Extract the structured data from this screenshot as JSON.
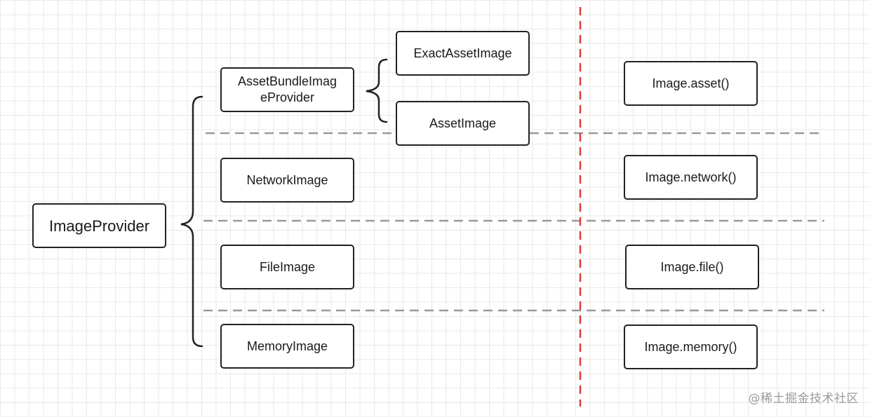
{
  "diagram": {
    "root": {
      "label": "ImageProvider"
    },
    "providers": [
      {
        "label": "AssetBundleImag\neProvider"
      },
      {
        "label": "NetworkImage"
      },
      {
        "label": "FileImage"
      },
      {
        "label": "MemoryImage"
      }
    ],
    "asset_subclasses": [
      {
        "label": "ExactAssetImage"
      },
      {
        "label": "AssetImage"
      }
    ],
    "constructors": [
      {
        "label": "Image.asset()"
      },
      {
        "label": "Image.network()"
      },
      {
        "label": "Image.file()"
      },
      {
        "label": "Image.memory()"
      }
    ],
    "colors": {
      "box_border": "#222222",
      "brace": "#222222",
      "row_separator": "#999999",
      "vertical_divider": "#e03c3c",
      "grid": "#e9e9e9"
    }
  },
  "watermark": "@稀土掘金技术社区"
}
